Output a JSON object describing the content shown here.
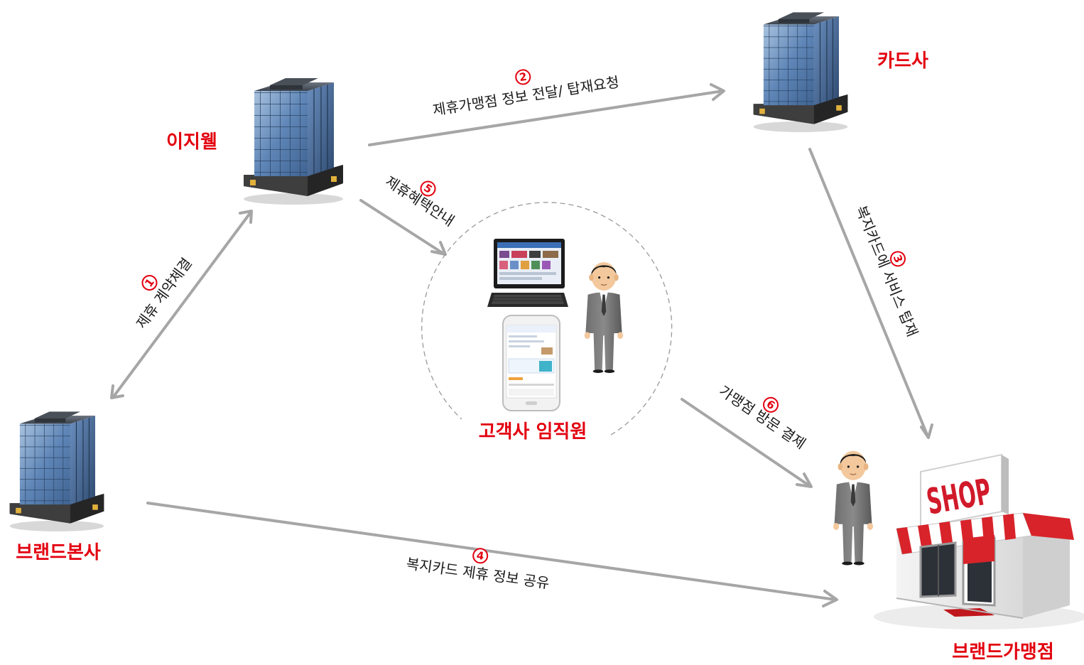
{
  "colors": {
    "label_red": "#e3000f",
    "arrow_gray": "#a6a6a6",
    "text_dark": "#1a1a1a"
  },
  "nodes": {
    "ezwel": {
      "label": "이지웰",
      "icon": "office-building-icon"
    },
    "card_company": {
      "label": "카드사",
      "icon": "office-building-icon"
    },
    "brand_hq": {
      "label": "브랜드본사",
      "icon": "office-building-icon"
    },
    "employees": {
      "label": "고객사 임직원",
      "icon": "employee-with-devices-icon"
    },
    "brand_store": {
      "label": "브랜드가맹점",
      "icon": "shop-storefront-icon",
      "sign": "SHOP"
    }
  },
  "steps": [
    {
      "number": "1",
      "label": "제휴 계약체결"
    },
    {
      "number": "2",
      "label": "제휴가맹점 정보 전달/ 탑재요청"
    },
    {
      "number": "3",
      "label": "복지카드에 서비스 탑재"
    },
    {
      "number": "4",
      "label": "복지카드 제휴 정보 공유"
    },
    {
      "number": "5",
      "label": "제휴혜택안내"
    },
    {
      "number": "6",
      "label": "가맹점 방문 결제"
    }
  ]
}
